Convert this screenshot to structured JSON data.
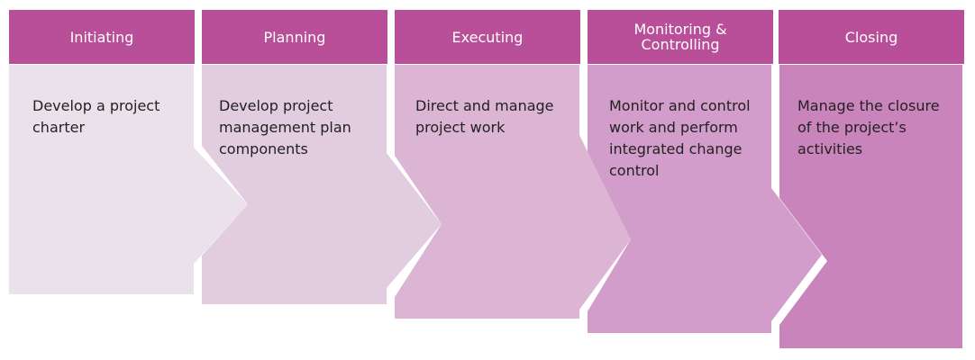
{
  "phases": [
    {
      "title": "Initiating",
      "description": "Develop a project charter",
      "header_color": "#b84f98",
      "body_color": "#ebe1eb"
    },
    {
      "title": "Planning",
      "description": "Develop project management plan components",
      "header_color": "#b84f98",
      "body_color": "#e2cde0"
    },
    {
      "title": "Executing",
      "description": "Direct and manage project work",
      "header_color": "#b84f98",
      "body_color": "#dcb5d5"
    },
    {
      "title": "Monitoring & Controlling",
      "description": "Monitor and control work and perform integrated change control",
      "header_color": "#b84f98",
      "body_color": "#d29ccb"
    },
    {
      "title": "Closing",
      "description": "Manage the closure of the project’s activities",
      "header_color": "#b84f98",
      "body_color": "#c985bb"
    }
  ]
}
